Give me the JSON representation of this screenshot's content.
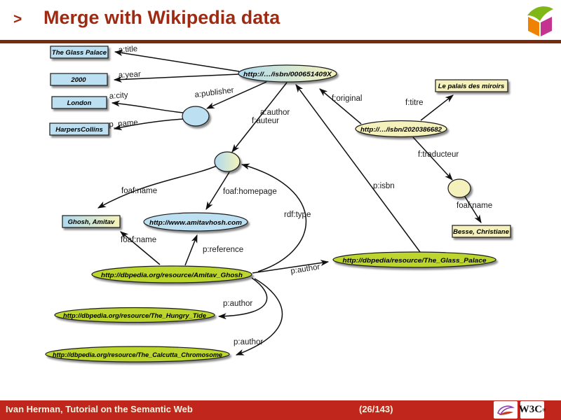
{
  "header": {
    "bullet": ">",
    "title": "Merge with Wikipedia data"
  },
  "footer": {
    "left": "Ivan Herman, Tutorial on the Semantic Web",
    "page": "(26/143)",
    "w3c": "W3C",
    "w3c_reg": "®"
  },
  "graph": {
    "nodes": {
      "glass_palace_lit": "The Glass Palace",
      "year_lit": "2000",
      "london_lit": "London",
      "harpers_lit": "HarpersCollins",
      "isbn_en": "http://…/isbn/000651409X",
      "palais_lit": "Le palais des miroirs",
      "isbn_fr": "http://…/isbn/2020386682",
      "besse_lit": "Besse, Christiane",
      "ghosh_lit": "Ghosh, Amitav",
      "homepage": "http://www.amitavhosh.com",
      "dbp_ghosh": "http://dbpedia.org/resource/Amitav_Ghosh",
      "dbp_glass": "http://dbpedia/resource/The_Glass_Palace",
      "dbp_hungry": "http://dbpedia.org/resource/The_Hungry_Tide",
      "dbp_calcutta": "http://dbpedia.org/resource/The_Calcutta_Chromosome"
    },
    "edges": {
      "a_title": "a:title",
      "a_year": "a:year",
      "a_city": "a:city",
      "a_p_name": "a:p_name",
      "a_publisher": "a:publisher",
      "a_author": "a:author",
      "f_auteur": "f:auteur",
      "f_original": "f:original",
      "f_titre": "f:titre",
      "f_traducteur": "f:traducteur",
      "foaf_name_translator": "foaf:name",
      "foaf_name_author": "foaf:name",
      "foaf_homepage": "foaf:homepage",
      "foaf_name_resource": "foaf:name",
      "p_reference": "p:reference",
      "rdf_type": "rdf:type",
      "p_isbn": "p:isbn",
      "p_author_glass": "p:author",
      "p_author_hungry": "p:author",
      "p_author_calcutta": "p:author"
    }
  },
  "colors": {
    "accent_title": "#9d2a12",
    "footer_red": "#c1261c",
    "node_blue": "#bce0f1",
    "node_yellow": "#f4f1bc",
    "node_green": "#bdd62f"
  }
}
